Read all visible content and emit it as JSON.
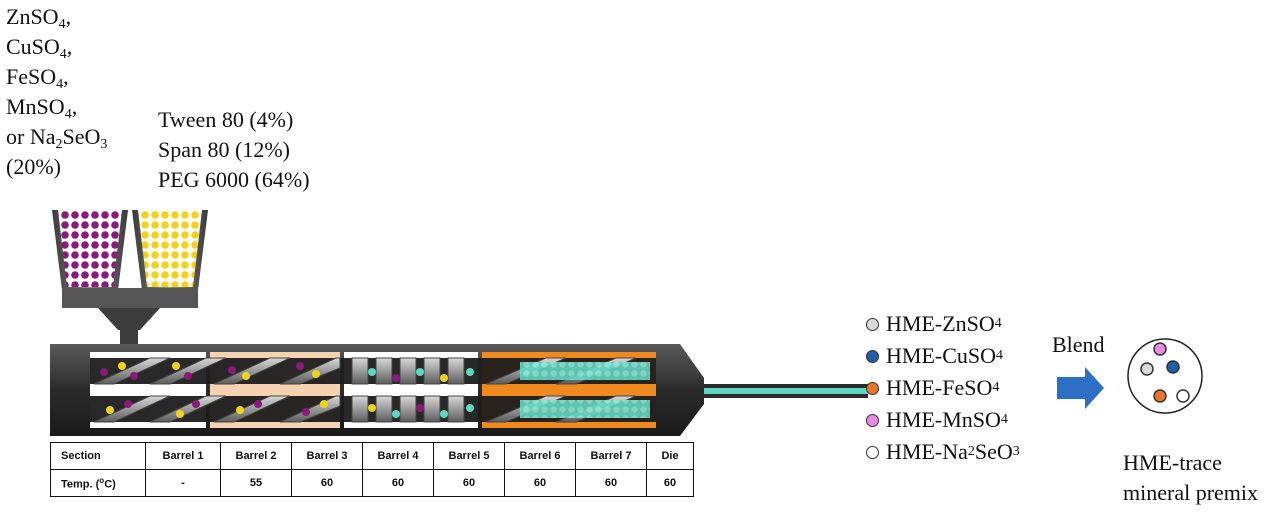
{
  "feed_left": {
    "lines": [
      "ZnSO",
      "CuSO",
      "FeSO",
      "MnSO",
      "or Na",
      "SeO",
      "(20%)"
    ],
    "subs": [
      "4",
      "4",
      "4",
      "4",
      "2",
      "3"
    ],
    "suffix": ","
  },
  "feed_right": {
    "lines": [
      "Tween 80 (4%)",
      "Span 80 (12%)",
      "PEG 6000 (64%)"
    ]
  },
  "table": {
    "headers": [
      "Section",
      "Barrel 1",
      "Barrel  2",
      "Barrel  3",
      "Barrel 4",
      "Barrel 5",
      "Barrel 6",
      "Barrel 7",
      "Die"
    ],
    "row_label": "Temp. (",
    "row_label_sup": "o",
    "row_label_end": "C)",
    "values": [
      "-",
      "55",
      "60",
      "60",
      "60",
      "60",
      "60",
      "60"
    ]
  },
  "legend": [
    {
      "text": "HME-ZnSO",
      "sub": "4",
      "color": "#d9d9d9"
    },
    {
      "text": "HME-CuSO",
      "sub": "4",
      "color": "#1f5fa8"
    },
    {
      "text": "HME-FeSO",
      "sub": "4",
      "color": "#e8762a"
    },
    {
      "text": "HME-MnSO",
      "sub": "4",
      "color": "#e98be0"
    },
    {
      "text": "HME-Na",
      "sub": "2",
      "mid": "SeO",
      "sub2": "3",
      "color": "#ffffff"
    }
  ],
  "blend_label": "Blend",
  "premix_label": [
    "HME-trace",
    "mineral premix"
  ],
  "colors": {
    "mineral": "#8b1a7a",
    "excipient": "#f2d21b",
    "extrudate": "#5fd6c0",
    "barrel_heat": "#f08a1e",
    "barrel_warm": "#f6d3b0",
    "arrow": "#2d6fc4"
  }
}
